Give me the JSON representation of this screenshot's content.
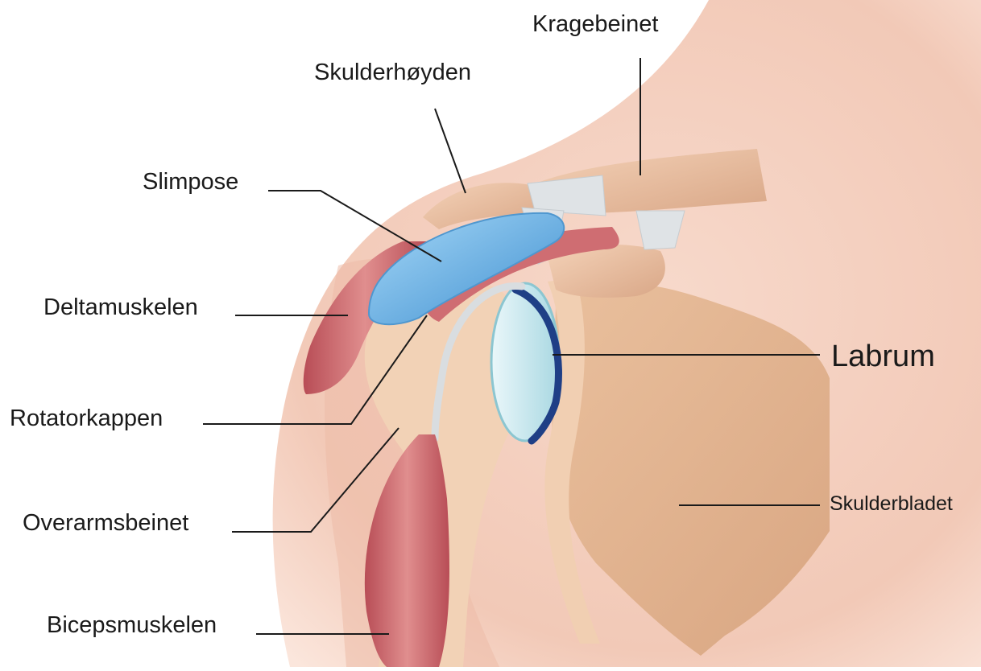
{
  "labels": {
    "kragebeinet": "Kragebeinet",
    "skulderhoyden": "Skulderhøyden",
    "slimpose": "Slimpose",
    "deltamuskelen": "Deltamuskelen",
    "rotatorkappen": "Rotatorkappen",
    "overarmsbeinet": "Overarmsbeinet",
    "bicepsmuskelen": "Bicepsmuskelen",
    "labrum": "Labrum",
    "skulderbladet": "Skulderbladet"
  },
  "colors": {
    "skin": "#f3cdbd",
    "skin_shadow": "#e8b4a2",
    "bone": "#edc3a6",
    "bone_shadow": "#d9a787",
    "muscle": "#c9646a",
    "muscle_light": "#e08e8e",
    "bursa": "#6fb4e6",
    "cartilage": "#cfeaf0",
    "labrum": "#1f3f86",
    "ligament": "#dfe3e6",
    "leader_line": "#1a1a1a"
  }
}
